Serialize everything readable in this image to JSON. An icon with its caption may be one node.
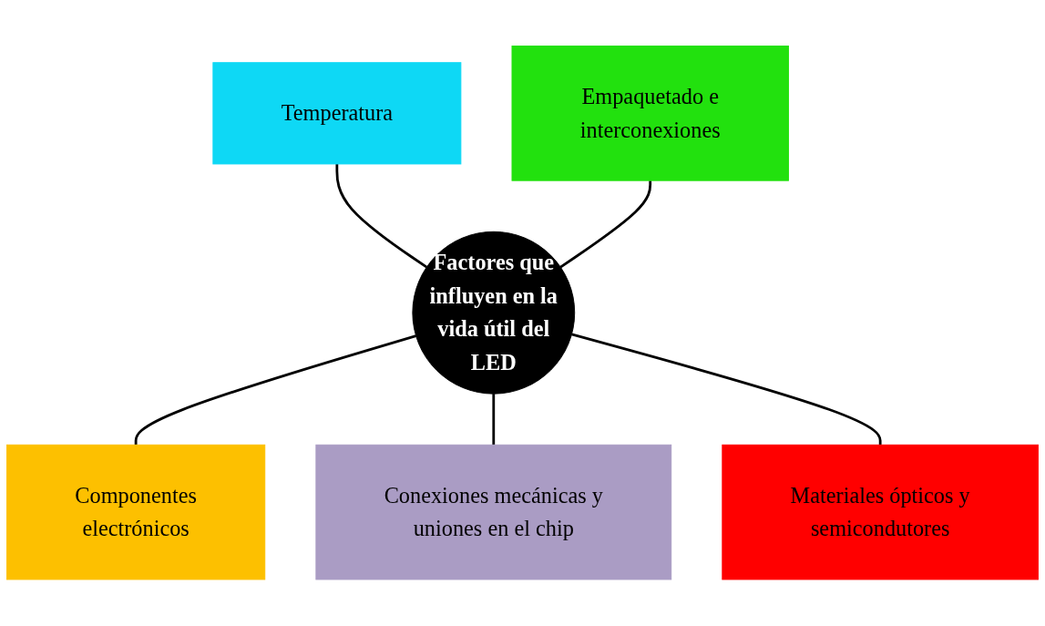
{
  "diagram": {
    "nodes": [
      {
        "text": [
          "Temperatura"
        ]
      },
      {
        "text": [
          "Empaquetado e interconexiones"
        ]
      },
      {
        "text": [
          "Componentes electrónicos"
        ]
      },
      {
        "text": [
          "Factores que influyen en la vida útil del LED"
        ]
      },
      {
        "text": [
          "Conexiones mecánicas y uniones en el chip"
        ]
      },
      {
        "text": [
          "Materiales ópticos y semicondutores"
        ]
      }
    ],
    "edges": [
      {
        "from": 0,
        "to": 3,
        "arrow": "none"
      },
      {
        "from": 1,
        "to": 3,
        "arrow": "none"
      },
      {
        "from": 3,
        "to": 2,
        "arrow": "none"
      },
      {
        "from": 3,
        "to": 4,
        "arrow": "none"
      },
      {
        "from": 3,
        "to": 5,
        "arrow": "none"
      }
    ]
  }
}
